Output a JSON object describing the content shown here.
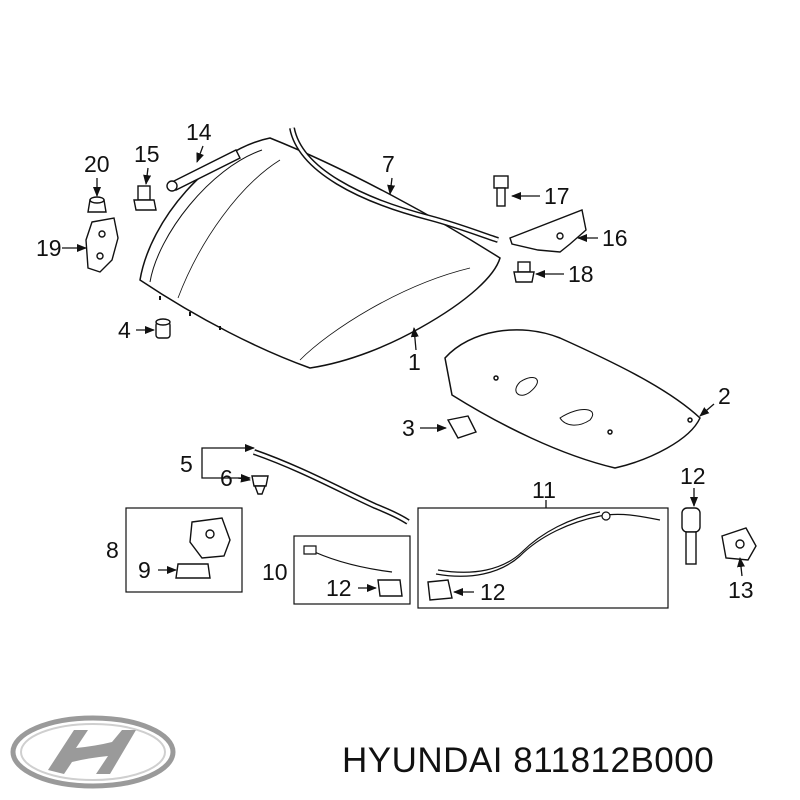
{
  "callouts": [
    {
      "id": "c1",
      "text": "1"
    },
    {
      "id": "c2",
      "text": "2"
    },
    {
      "id": "c3",
      "text": "3"
    },
    {
      "id": "c4",
      "text": "4"
    },
    {
      "id": "c5",
      "text": "5"
    },
    {
      "id": "c6",
      "text": "6"
    },
    {
      "id": "c7",
      "text": "7"
    },
    {
      "id": "c8",
      "text": "8"
    },
    {
      "id": "c9",
      "text": "9"
    },
    {
      "id": "c10",
      "text": "10"
    },
    {
      "id": "c11",
      "text": "11"
    },
    {
      "id": "c12a",
      "text": "12"
    },
    {
      "id": "c12b",
      "text": "12"
    },
    {
      "id": "c13",
      "text": "13"
    },
    {
      "id": "c14",
      "text": "14"
    },
    {
      "id": "c15",
      "text": "15"
    },
    {
      "id": "c16",
      "text": "16"
    },
    {
      "id": "c17",
      "text": "17"
    },
    {
      "id": "c18",
      "text": "18"
    },
    {
      "id": "c19",
      "text": "19"
    },
    {
      "id": "c20",
      "text": "20"
    },
    {
      "id": "c21",
      "text": "21"
    }
  ],
  "footer": {
    "brand": "HYUNDAI",
    "part_number": "811812B000"
  },
  "colors": {
    "line": "#111111",
    "part_fill": "#ffffff",
    "logo": "#9a9a9a"
  },
  "icons": {
    "logo": "hyundai-logo-icon"
  }
}
